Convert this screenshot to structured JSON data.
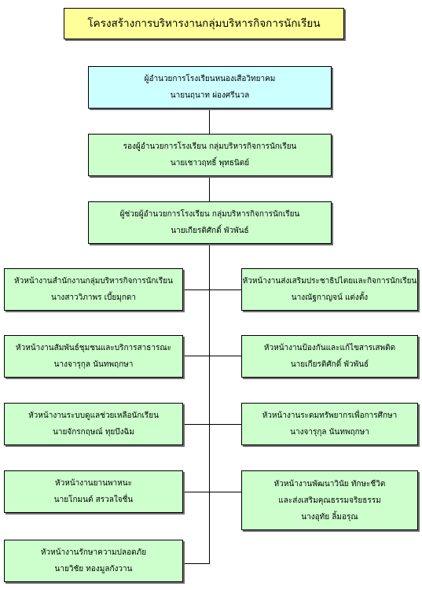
{
  "title": "โครงสร้างการบริหารงานกลุ่มบริหารกิจการนักเรียน",
  "director": {
    "line1": "ผู้อำนวยการโรงเรียนหนองเสือวิทยาคม",
    "line2": "นายนฤนาท  ผ่องศรีนวล"
  },
  "deputy": {
    "line1": "รองผู้อำนวยการโรงเรียน กลุ่มบริหารกิจการนักเรียน",
    "line2": "นายเชาวฤทธิ์  พุทธนิตย์"
  },
  "assistant": {
    "line1": "ผู้ช่วยผู้อำนวยการโรงเรียน กลุ่มบริหารกิจการนักเรียน",
    "line2": "นายเกียรติศักดิ์  พัวพันธ์"
  },
  "left": [
    {
      "line1": "หัวหน้างานสำนักงานกลุ่มบริหารกิจการนักเรียน",
      "line2": "นางสาววิภาพร  เบี้ยมุกดา"
    },
    {
      "line1": "หัวหน้างานสัมพันธ์ชุมชนและบริการสาธารณะ",
      "line2": "นางจารุกุล  นันทพฤกษา"
    },
    {
      "line1": "หัวหน้างานระบบดูแลช่วยเหลือนักเรียน",
      "line2": "นายจักรกฤษณ์  ทุยบึงฉิม"
    },
    {
      "line1": "หัวหน้างานยานพาหนะ",
      "line2": "นายโกมนต์  สรวลใจชื่น"
    },
    {
      "line1": "หัวหน้างานรักษาความปลอดภัย",
      "line2": "นายวิชัย ทองมูลกังวาน"
    }
  ],
  "right": [
    {
      "line1": "หัวหน้างานส่งเสริมประชาธิปไตยและกิจการนักเรียน",
      "line2": "นางณัฐกาญจน์  แต่งตั้ง"
    },
    {
      "line1": "หัวหน้างานป้องกันและแก้ไขสารเสพติด",
      "line2": "นายเกียรติศักดิ์  พัวพันธ์"
    },
    {
      "line1": "หัวหน้างานระดมทรัพยากรเพื่อการศึกษา",
      "line2": "นางจารุกุล  นันทพฤกษา"
    },
    {
      "line1": "หัวหน้างานพัฒนาวินัย ทักษะชีวิต",
      "line2": "และส่งเสริมคุณธรรมจริยธรรม",
      "line3": "นางอุทัย  ลิ้มอรุณ"
    }
  ]
}
